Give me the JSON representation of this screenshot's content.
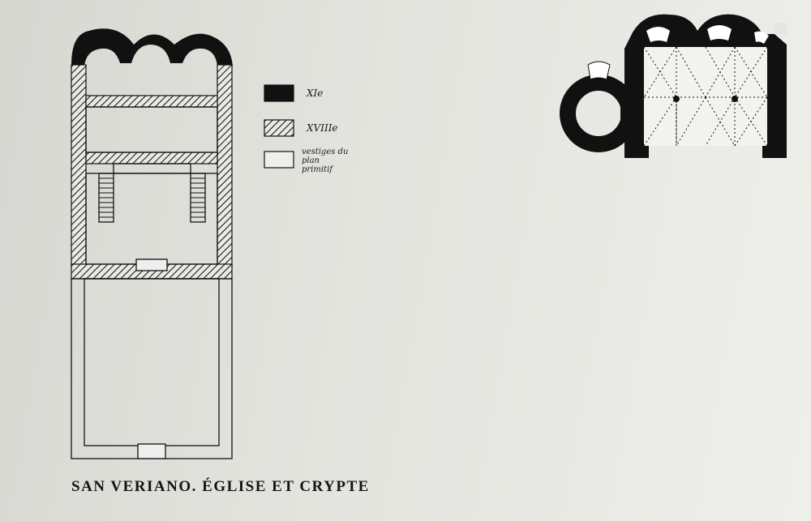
{
  "caption": "SAN VERIANO. ÉGLISE ET CRYPTE",
  "legend": {
    "items": [
      {
        "key": "black",
        "label": "XIe"
      },
      {
        "key": "hatched",
        "label": "XVIIIe"
      },
      {
        "key": "outline",
        "label_line1": "vestiges du",
        "label_line2": "plan",
        "label_line3": "primitif"
      }
    ]
  },
  "colors": {
    "ink": "#111111",
    "paper": "#e6e6e1"
  }
}
